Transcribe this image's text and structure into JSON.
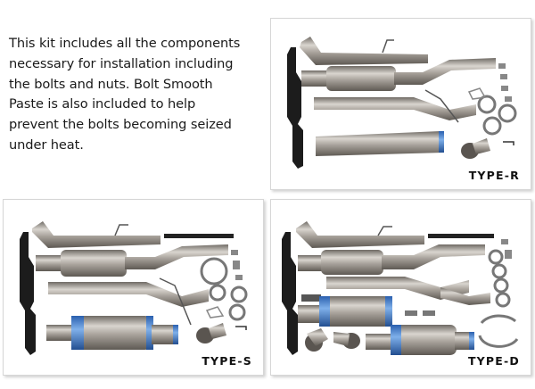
{
  "intro": {
    "lines": [
      "This kit includes all the components",
      "necessary for installation including",
      "the bolts and nuts. Bolt Smooth",
      "Paste is also included to help",
      "prevent the bolts becoming seized",
      "under heat."
    ]
  },
  "panels": [
    {
      "id": "type-r",
      "label": "TYPE-R",
      "image": "exhaust-kit-type-r-photo"
    },
    {
      "id": "type-s",
      "label": "TYPE-S",
      "image": "exhaust-kit-type-s-photo"
    },
    {
      "id": "type-d",
      "label": "TYPE-D",
      "image": "exhaust-kit-type-d-photo"
    }
  ],
  "colors": {
    "pipe": "#a9a39c",
    "pipe_dark": "#6f6a64",
    "pipe_light": "#d9d5cf",
    "titanium_blue": "#3f78c8",
    "bracket": "#1c1c1c",
    "panel_border": "#d6d6d6",
    "text": "#1a1a1a"
  }
}
